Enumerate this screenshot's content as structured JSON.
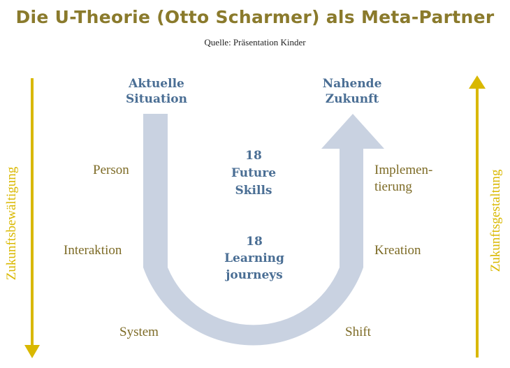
{
  "title": "Die U-Theorie (Otto Scharmer) als Meta-Partner",
  "source": "Quelle: Präsentation Kinder",
  "top_left": {
    "line1": "Aktuelle",
    "line2": "Situation"
  },
  "top_right": {
    "line1": "Nahende",
    "line2": "Zukunft"
  },
  "center_top": {
    "line1": "18",
    "line2": "Future",
    "line3": "Skills"
  },
  "center_bottom": {
    "line1": "18",
    "line2": "Learning",
    "line3": "journeys"
  },
  "left_labels": [
    "Person",
    "Interaktion",
    "System"
  ],
  "right_labels": {
    "implementierung_1": "Implemen-",
    "implementierung_2": "tierung",
    "kreation": "Kreation",
    "shift": "Shift"
  },
  "left_axis": "Zukunftsbewältigung",
  "right_axis": "Zukunftsgestaltung",
  "colors": {
    "title": "#8a7a2c",
    "labels": "#7d6b26",
    "blue_text": "#4a6e94",
    "u_shape": "#c9d2e1",
    "axis_arrow": "#d9b800"
  }
}
